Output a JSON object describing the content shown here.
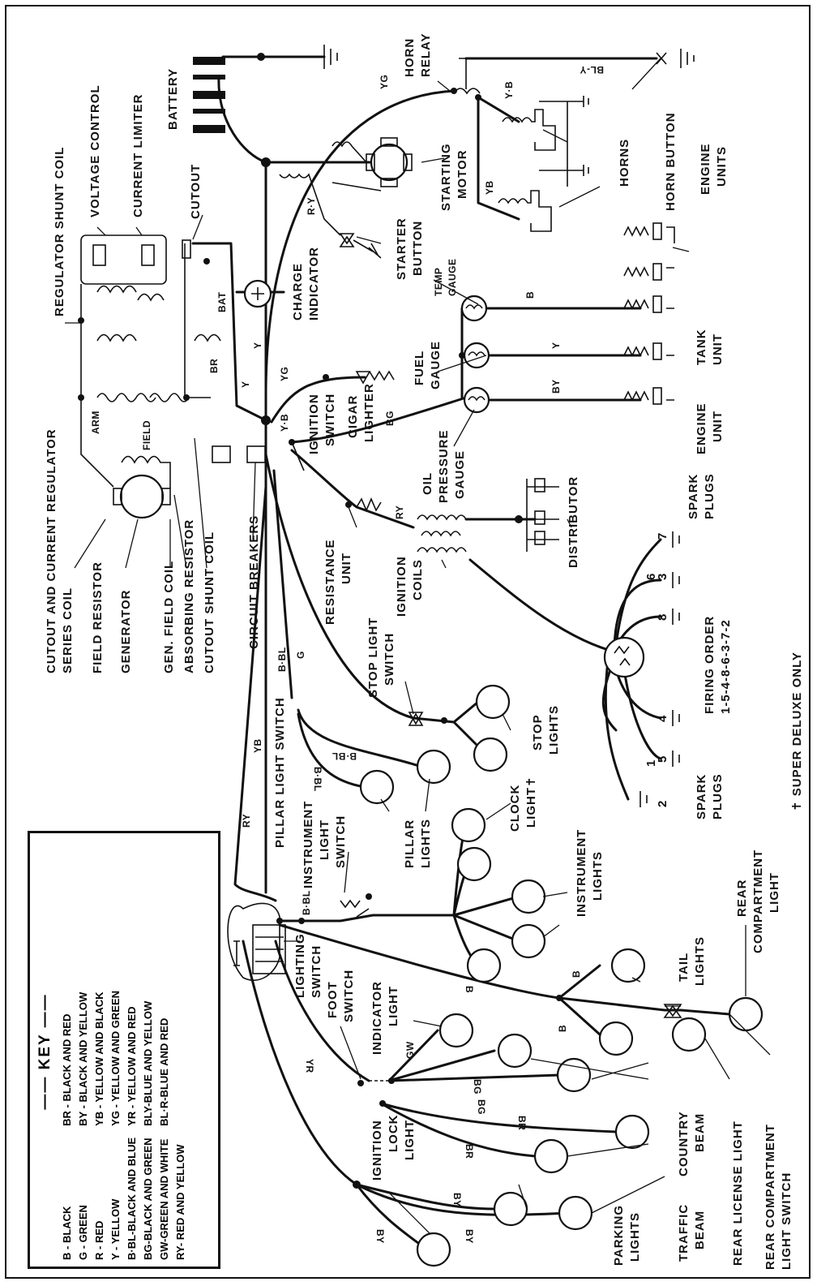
{
  "diagram": {
    "labels": {
      "battery": "BATTERY",
      "voltage_control": "VOLTAGE CONTROL",
      "current_limiter": "CURRENT LIMITER",
      "regulator_shunt_coil": "REGULATOR SHUNT COIL",
      "cutout": "CUTOUT",
      "cutout_current_regulator_1": "CUTOUT AND CURRENT REGULATOR",
      "cutout_current_regulator_2": "SERIES COIL",
      "field_resistor": "FIELD RESISTOR",
      "generator": "GENERATOR",
      "gen_field_coil": "GEN. FIELD COIL",
      "absorbing_resistor": "ABSORBING RESISTOR",
      "cutout_shunt_coil": "CUTOUT SHUNT COIL",
      "arm": "ARM",
      "field": "FIELD",
      "bat": "BAT",
      "circuit_breakers": "CIRCUIT BREAKERS",
      "charge_indicator_1": "CHARGE",
      "charge_indicator_2": "INDICATOR",
      "horn_relay_1": "HORN",
      "horn_relay_2": "RELAY",
      "starting_motor_1": "STARTING",
      "starting_motor_2": "MOTOR",
      "horns": "HORNS",
      "horn_button": "HORN BUTTON",
      "engine_units_1": "ENGINE",
      "engine_units_2": "UNITS",
      "starter_button_1": "STARTER",
      "starter_button_2": "BUTTON",
      "temp_gauge_1": "TEMP",
      "temp_gauge_2": "GAUGE",
      "fuel_gauge_1": "FUEL",
      "fuel_gauge_2": "GAUGE",
      "tank_unit_1": "TANK",
      "tank_unit_2": "UNIT",
      "engine_unit_1": "ENGINE",
      "engine_unit_2": "UNIT",
      "ignition_switch_1": "IGNITION",
      "ignition_switch_2": "SWITCH",
      "cigar_lighter_1": "CIGAR",
      "cigar_lighter_2": "LIGHTER",
      "oil_pressure_gauge_1": "OIL",
      "oil_pressure_gauge_2": "PRESSURE",
      "oil_pressure_gauge_3": "GAUGE",
      "distributor": "DISTRIBUTOR",
      "ignition_coils_1": "IGNITION",
      "ignition_coils_2": "COILS",
      "resistance_unit_1": "RESISTANCE",
      "resistance_unit_2": "UNIT",
      "spark_plugs_top_1": "SPARK",
      "spark_plugs_top_2": "PLUGS",
      "spark_plugs_bottom_1": "SPARK",
      "spark_plugs_bottom_2": "PLUGS",
      "firing_order_1": "FIRING ORDER",
      "firing_order_2": "1-5-4-8-6-3-7-2",
      "stop_light_switch_1": "STOP LIGHT",
      "stop_light_switch_2": "SWITCH",
      "stop_lights_1": "STOP",
      "stop_lights_2": "LIGHTS",
      "super_deluxe": "✝ SUPER DELUXE ONLY",
      "pillar_light_switch": "PILLAR LIGHT SWITCH",
      "pillar_lights_1": "PILLAR",
      "pillar_lights_2": "LIGHTS",
      "clock_light_1": "CLOCK",
      "clock_light_2": "LIGHT✝",
      "instrument_light_switch_1": "INSTRUMENT",
      "instrument_light_switch_2": "LIGHT",
      "instrument_light_switch_3": "SWITCH",
      "instrument_lights_1": "INSTRUMENT",
      "instrument_lights_2": "LIGHTS",
      "lighting_switch_1": "LIGHTING",
      "lighting_switch_2": "SWITCH",
      "foot_switch_1": "FOOT",
      "foot_switch_2": "SWITCH",
      "indicator_light_1": "INDICATOR",
      "indicator_light_2": "LIGHT",
      "tail_lights_1": "TAIL",
      "tail_lights_2": "LIGHTS",
      "rear_compartment_light_1": "REAR",
      "rear_compartment_light_2": "COMPARTMENT",
      "rear_compartment_light_3": "LIGHT",
      "rear_license_light": "REAR LICENSE LIGHT",
      "rear_compartment_switch_1": "REAR COMPARTMENT",
      "rear_compartment_switch_2": "LIGHT SWITCH",
      "country_beam_1": "COUNTRY",
      "country_beam_2": "BEAM",
      "traffic_beam_1": "TRAFFIC",
      "traffic_beam_2": "BEAM",
      "parking_lights_1": "PARKING",
      "parking_lights_2": "LIGHTS",
      "ignition_lock_light_1": "IGNITION",
      "ignition_lock_light_2": "LOCK",
      "ignition_lock_light_3": "LIGHT"
    },
    "wire_codes": {
      "yg_top": "YG",
      "bl_y": "BL-Y",
      "y_b": "Y·B",
      "yb_horn": "YB",
      "r_y": "R·Y",
      "y_main": "Y",
      "y_charge": "Y",
      "yg_main": "YG",
      "br": "BR",
      "y_b_ign": "Y·B",
      "bg_cigar": "BG",
      "b_temp": "B",
      "y_fuel": "Y",
      "by_oil": "BY",
      "ry_coil": "RY",
      "g_stop": "G",
      "b_bl": "B·BL",
      "yb_left": "YB",
      "ry_left": "RY",
      "b_bl_pillar_1": "B·BL",
      "b_bl_pillar_2": "B·BL",
      "b_bl_inst": "B·BL",
      "b_tail_1": "B",
      "b_tail_2": "B",
      "b_tail_3": "B",
      "yr": "YR",
      "gw": "GW",
      "bg_1": "BG",
      "bg_2": "BG",
      "br_1": "BR",
      "br_2": "BR",
      "by_1": "BY",
      "by_2": "BY",
      "by_3": "BY"
    },
    "spark_plug_numbers": [
      "7",
      "3",
      "6",
      "8",
      "4",
      "5",
      "1",
      "2"
    ]
  },
  "key": {
    "title": "KEY",
    "col1": [
      "B - BLACK",
      "G - GREEN",
      "R - RED",
      "Y - YELLOW",
      "B·BL-BLACK AND BLUE",
      "BG-BLACK AND GREEN",
      "GW-GREEN AND WHITE",
      "RY- RED AND YELLOW"
    ],
    "col2": [
      "BR - BLACK AND RED",
      "BY - BLACK AND YELLOW",
      "YB - YELLOW AND BLACK",
      "YG - YELLOW AND GREEN",
      "YR - YELLOW AND RED",
      "BLY-BLUE AND YELLOW",
      "BL·R-BLUE AND RED"
    ]
  }
}
